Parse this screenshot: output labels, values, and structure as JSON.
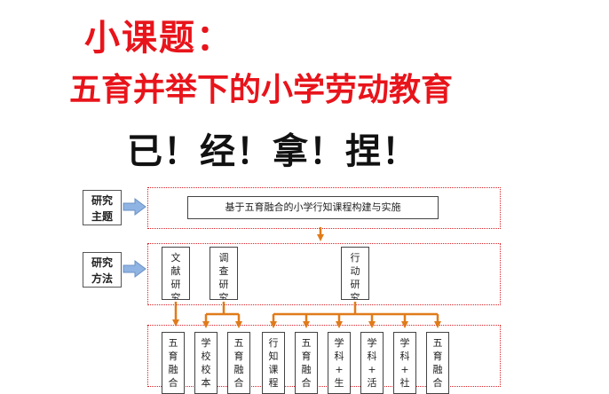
{
  "titles": {
    "line1": "小课题：",
    "line2": "五育并举下的小学劳动教育",
    "line3": "已！经！拿！捏！"
  },
  "diagram": {
    "row_labels": [
      {
        "text": [
          "研究",
          "主题"
        ]
      },
      {
        "text": [
          "研究",
          "方法"
        ]
      }
    ],
    "topic": "基于五育融合的小学行知课程构建与实施",
    "methods": [
      {
        "chars": [
          "文",
          "献",
          "研",
          "究"
        ]
      },
      {
        "chars": [
          "调",
          "查",
          "研",
          "究"
        ]
      },
      {
        "chars": [
          "行",
          "动",
          "研",
          "究"
        ]
      }
    ],
    "bottom_items": [
      {
        "chars": [
          "五",
          "育",
          "融",
          "合"
        ]
      },
      {
        "chars": [
          "学",
          "校",
          "校",
          "本"
        ]
      },
      {
        "chars": [
          "五",
          "育",
          "融",
          "合"
        ]
      },
      {
        "chars": [
          "行",
          "知",
          "课",
          "程"
        ]
      },
      {
        "chars": [
          "五",
          "育",
          "融",
          "合"
        ]
      },
      {
        "chars": [
          "学",
          "科",
          "+",
          "生"
        ]
      },
      {
        "chars": [
          "学",
          "科",
          "+",
          "活"
        ]
      },
      {
        "chars": [
          "学",
          "科",
          "+",
          "社"
        ]
      },
      {
        "chars": [
          "五",
          "育",
          "融",
          "合"
        ]
      }
    ],
    "colors": {
      "arrow_blue": "#8fb4e3",
      "arrow_orange": "#e07b1a",
      "dotted_red": "#d9232a",
      "title_red": "#e8141b"
    }
  }
}
